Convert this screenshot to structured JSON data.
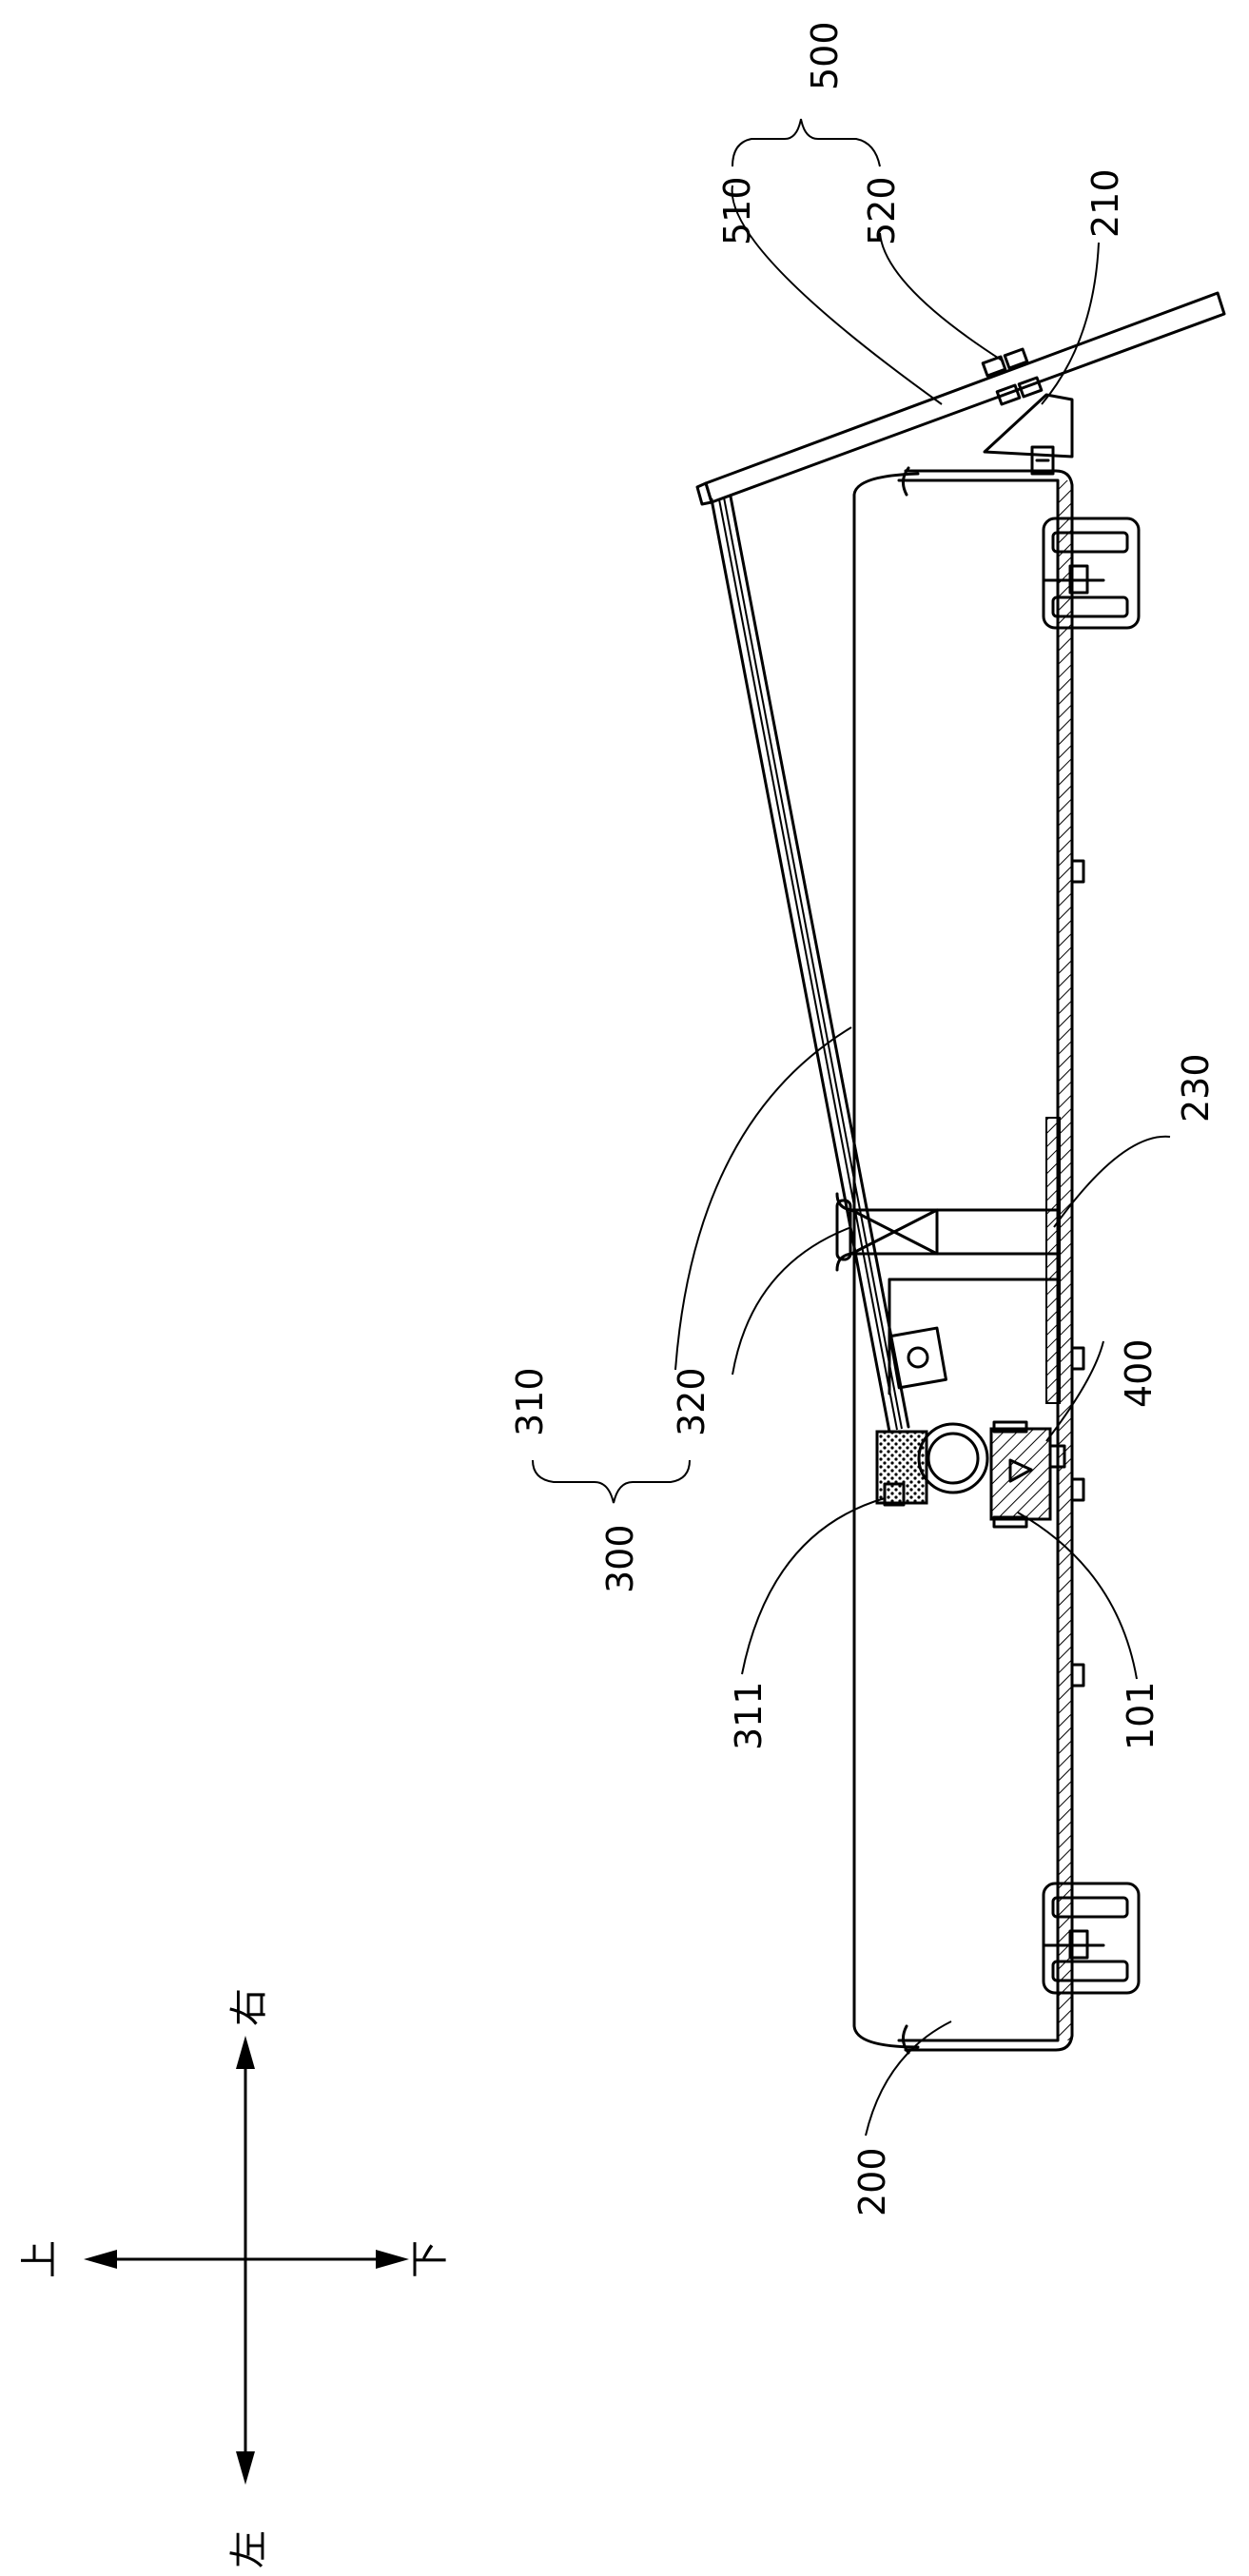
{
  "labels": {
    "l500": "500",
    "l510": "510",
    "l520": "520",
    "l210": "210",
    "l230": "230",
    "l310": "310",
    "l320": "320",
    "l300": "300",
    "l400": "400",
    "l311": "311",
    "l101": "101",
    "l200": "200"
  },
  "directions": {
    "up": "上",
    "down": "下",
    "left": "左",
    "right": "右"
  }
}
